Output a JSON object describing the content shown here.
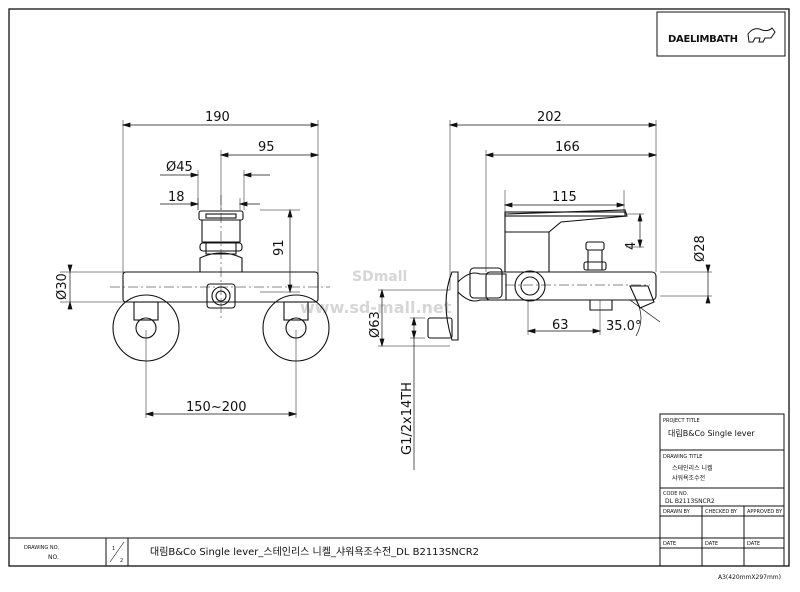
{
  "brand": {
    "logo_text": "DAELIMBATH"
  },
  "watermark": {
    "line1": "SDmall",
    "line2": "www.sd-mall.net"
  },
  "front_view": {
    "dim_overall_width": "190",
    "dim_half_width": "95",
    "dim_dia_45": "Ø45",
    "dim_18": "18",
    "dim_91": "91",
    "dim_dia_30": "Ø30",
    "dim_spacing": "150~200"
  },
  "side_view": {
    "dim_202": "202",
    "dim_166": "166",
    "dim_115": "115",
    "dim_4": "4",
    "dim_dia_28": "Ø28",
    "dim_dia_63": "Ø63",
    "dim_63": "63",
    "dim_angle": "35.0°",
    "dim_thread": "G1/2x14TH"
  },
  "title_block": {
    "project_title_label": "PROJECT TITLE",
    "project_title": "대림B&Co  Single lever",
    "drawing_title_label": "DRAWING TITLE",
    "drawing_title_line1": "스테인리스 니켈",
    "drawing_title_line2": "샤워욕조수전",
    "code_no_label": "CODE NO.",
    "code_no": "DL B2113SNCR2",
    "drawn_by_label": "DRAWN BY",
    "checked_by_label": "CHECKED BY",
    "approved_by_label": "APPROVED BY",
    "date_label_1": "DATE",
    "date_label_2": "DATE",
    "date_label_3": "DATE"
  },
  "bottom_bar": {
    "drawing_no_label": "DRAWING NO.",
    "drawing_no_value": "NO.",
    "sheet_num": "1",
    "sheet_total": "2",
    "drawing_name": "대림B&Co Single lever_스테인리스 니켈_샤워욕조수전_DL B2113SNCR2"
  },
  "paper_size": "A3(420mmX297mm)"
}
